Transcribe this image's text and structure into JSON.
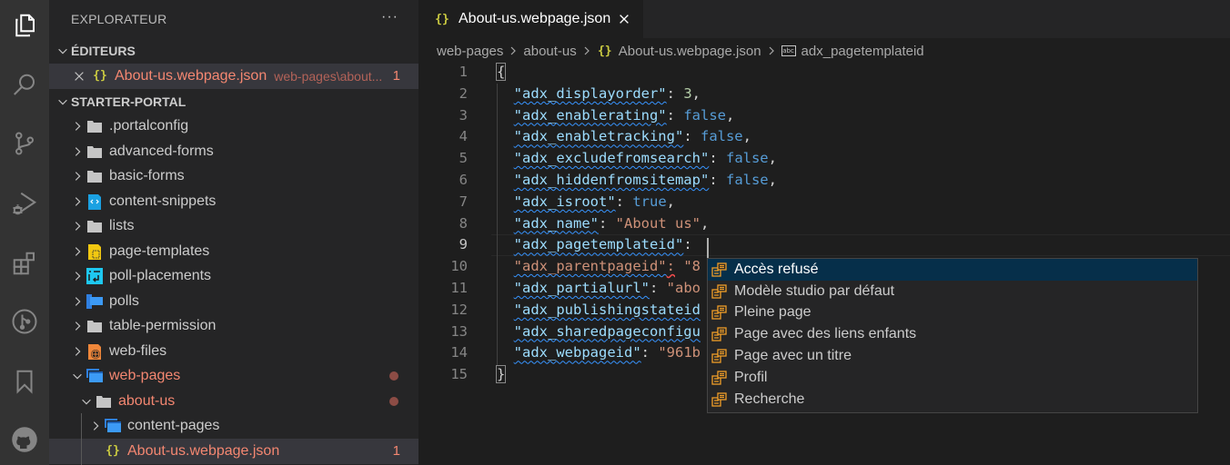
{
  "activity_bar": {
    "icons": [
      "explorer-icon",
      "search-icon",
      "source-control-icon",
      "run-debug-icon",
      "extensions-icon",
      "git-graph-icon",
      "bookmarks-icon",
      "github-icon"
    ]
  },
  "sidebar": {
    "title": "EXPLORATEUR",
    "more_actions": "···",
    "open_editors": {
      "label": "ÉDITEURS",
      "items": [
        {
          "name": "About-us.webpage.json",
          "path": "web-pages\\about...",
          "problems": "1"
        }
      ]
    },
    "workspace": {
      "label": "STARTER-PORTAL",
      "items": [
        {
          "label": ".portalconfig",
          "icon": "folder-icon"
        },
        {
          "label": "advanced-forms",
          "icon": "folder-icon"
        },
        {
          "label": "basic-forms",
          "icon": "folder-icon"
        },
        {
          "label": "content-snippets",
          "icon": "content-snippets-folder-icon"
        },
        {
          "label": "lists",
          "icon": "folder-icon"
        },
        {
          "label": "page-templates",
          "icon": "page-templates-folder-icon"
        },
        {
          "label": "poll-placements",
          "icon": "poll-placements-folder-icon"
        },
        {
          "label": "polls",
          "icon": "polls-folder-icon"
        },
        {
          "label": "table-permission",
          "icon": "folder-icon"
        },
        {
          "label": "web-files",
          "icon": "web-files-folder-icon"
        },
        {
          "label": "web-pages",
          "icon": "web-pages-folder-icon",
          "expanded": true,
          "modified": true
        },
        {
          "label": "about-us",
          "icon": "folder-icon",
          "expanded": true,
          "modified": true
        },
        {
          "label": "content-pages",
          "icon": "web-pages-folder-icon"
        },
        {
          "label": "About-us.webpage.json",
          "icon": "json-icon",
          "problems": "1",
          "selected": true
        }
      ]
    }
  },
  "editor": {
    "tab": {
      "label": "About-us.webpage.json",
      "close": "×"
    },
    "breadcrumb": [
      "web-pages",
      "about-us",
      "About-us.webpage.json",
      "adx_pagetemplateid"
    ],
    "line_numbers": [
      "1",
      "2",
      "3",
      "4",
      "5",
      "6",
      "7",
      "8",
      "9",
      "10",
      "11",
      "12",
      "13",
      "14",
      "15"
    ],
    "lines": {
      "l1": "{",
      "l2_key": "\"adx_displayorder\"",
      "l2_val": "3",
      "l3_key": "\"adx_enablerating\"",
      "l3_val": "false",
      "l4_key": "\"adx_enabletracking\"",
      "l4_val": "false",
      "l5_key": "\"adx_excludefromsearch\"",
      "l5_val": "false",
      "l6_key": "\"adx_hiddenfromsitemap\"",
      "l6_val": "false",
      "l7_key": "\"adx_isroot\"",
      "l7_val": "true",
      "l8_key": "\"adx_name\"",
      "l8_val": "\"About us\"",
      "l9_key": "\"adx_pagetemplateid\"",
      "l10_key": "\"adx_parentpageid\"",
      "l10_val": "\"8",
      "l11_key": "\"adx_partialurl\"",
      "l11_val": "\"abo",
      "l12_key": "\"adx_publishingstateid",
      "l13_key": "\"adx_sharedpageconfigu",
      "l14_key": "\"adx_webpageid\"",
      "l14_val": "\"961b",
      "l15": "}"
    },
    "suggestions": [
      {
        "label": "Accès refusé",
        "focused": true
      },
      {
        "label": "Modèle studio par défaut"
      },
      {
        "label": "Pleine page"
      },
      {
        "label": "Page avec des liens enfants"
      },
      {
        "label": "Page avec un titre"
      },
      {
        "label": "Profil"
      },
      {
        "label": "Recherche"
      }
    ]
  },
  "colors": {
    "activity_bar": "#333333",
    "sidebar": "#252526",
    "editor": "#1e1e1e",
    "error_text": "#f48771",
    "json_key": "#9cdcfe",
    "json_string": "#ce9178",
    "json_boolean": "#569cd6",
    "json_number": "#b5cea8",
    "suggest_focus": "#062f4a",
    "suggest_icon": "#ee9d28"
  }
}
